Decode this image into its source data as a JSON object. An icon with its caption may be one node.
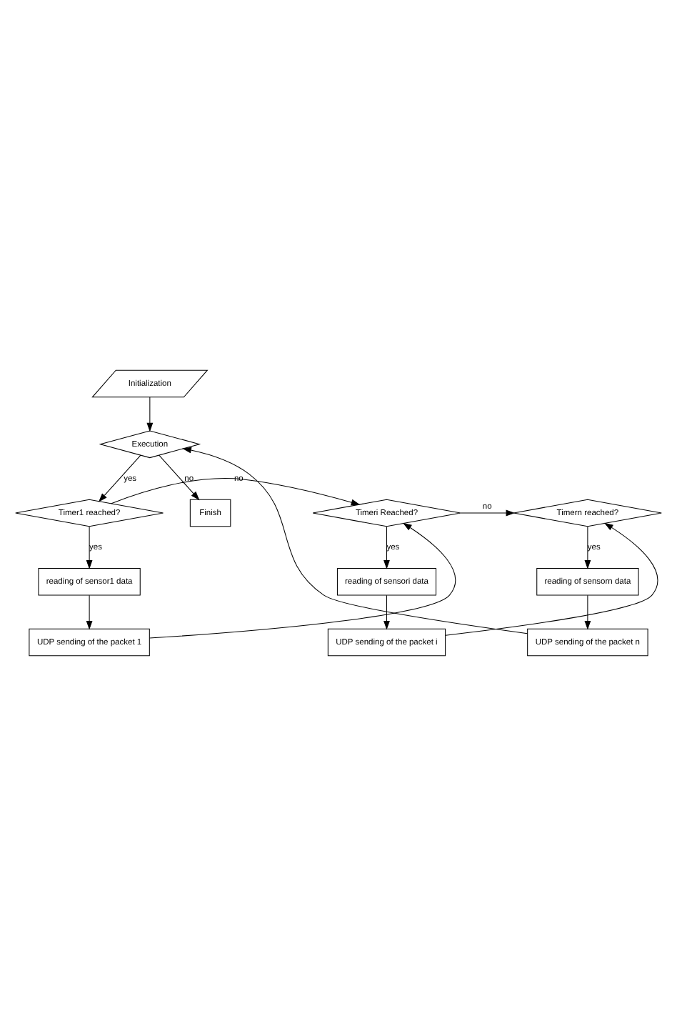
{
  "diagram": {
    "nodes": [
      {
        "text": [
          "Initialization"
        ]
      },
      {
        "text": [
          "Execution"
        ]
      },
      {
        "text": [
          "Timer1 reached?"
        ]
      },
      {
        "text": [
          "Timeri Reached?"
        ]
      },
      {
        "text": [
          "Timern reached?"
        ]
      },
      {
        "text": [
          "reading of sensor1 data"
        ]
      },
      {
        "text": [
          "reading of sensori data"
        ]
      },
      {
        "text": [
          "reading of sensorn data"
        ]
      },
      {
        "text": [
          "UDP sending of the packet 1"
        ]
      },
      {
        "text": [
          "UDP sending of the packet i"
        ]
      },
      {
        "text": [
          "UDP sending of the packet n"
        ]
      },
      {
        "text": [
          "Finish"
        ]
      }
    ],
    "edges": [
      {
        "from": 0,
        "to": 1,
        "arrow": "to"
      },
      {
        "from": 1,
        "to": 2,
        "arrow": "to",
        "label": "yes"
      },
      {
        "from": 1,
        "to": 11,
        "arrow": "to",
        "label": "no"
      },
      {
        "from": 2,
        "to": 3,
        "arrow": "to",
        "label": "no"
      },
      {
        "from": 3,
        "to": 4,
        "arrow": "to",
        "label": "no"
      },
      {
        "from": 2,
        "to": 5,
        "arrow": "to",
        "label": "yes"
      },
      {
        "from": 3,
        "to": 6,
        "arrow": "to",
        "label": "yes"
      },
      {
        "from": 4,
        "to": 7,
        "arrow": "to",
        "label": "yes"
      },
      {
        "from": 5,
        "to": 8,
        "arrow": "to"
      },
      {
        "from": 6,
        "to": 9,
        "arrow": "to"
      },
      {
        "from": 7,
        "to": 10,
        "arrow": "to"
      },
      {
        "from": 8,
        "to": 3,
        "arrow": "to"
      },
      {
        "from": 9,
        "to": 4,
        "arrow": "to"
      },
      {
        "from": 10,
        "to": 1,
        "arrow": "to"
      }
    ]
  }
}
